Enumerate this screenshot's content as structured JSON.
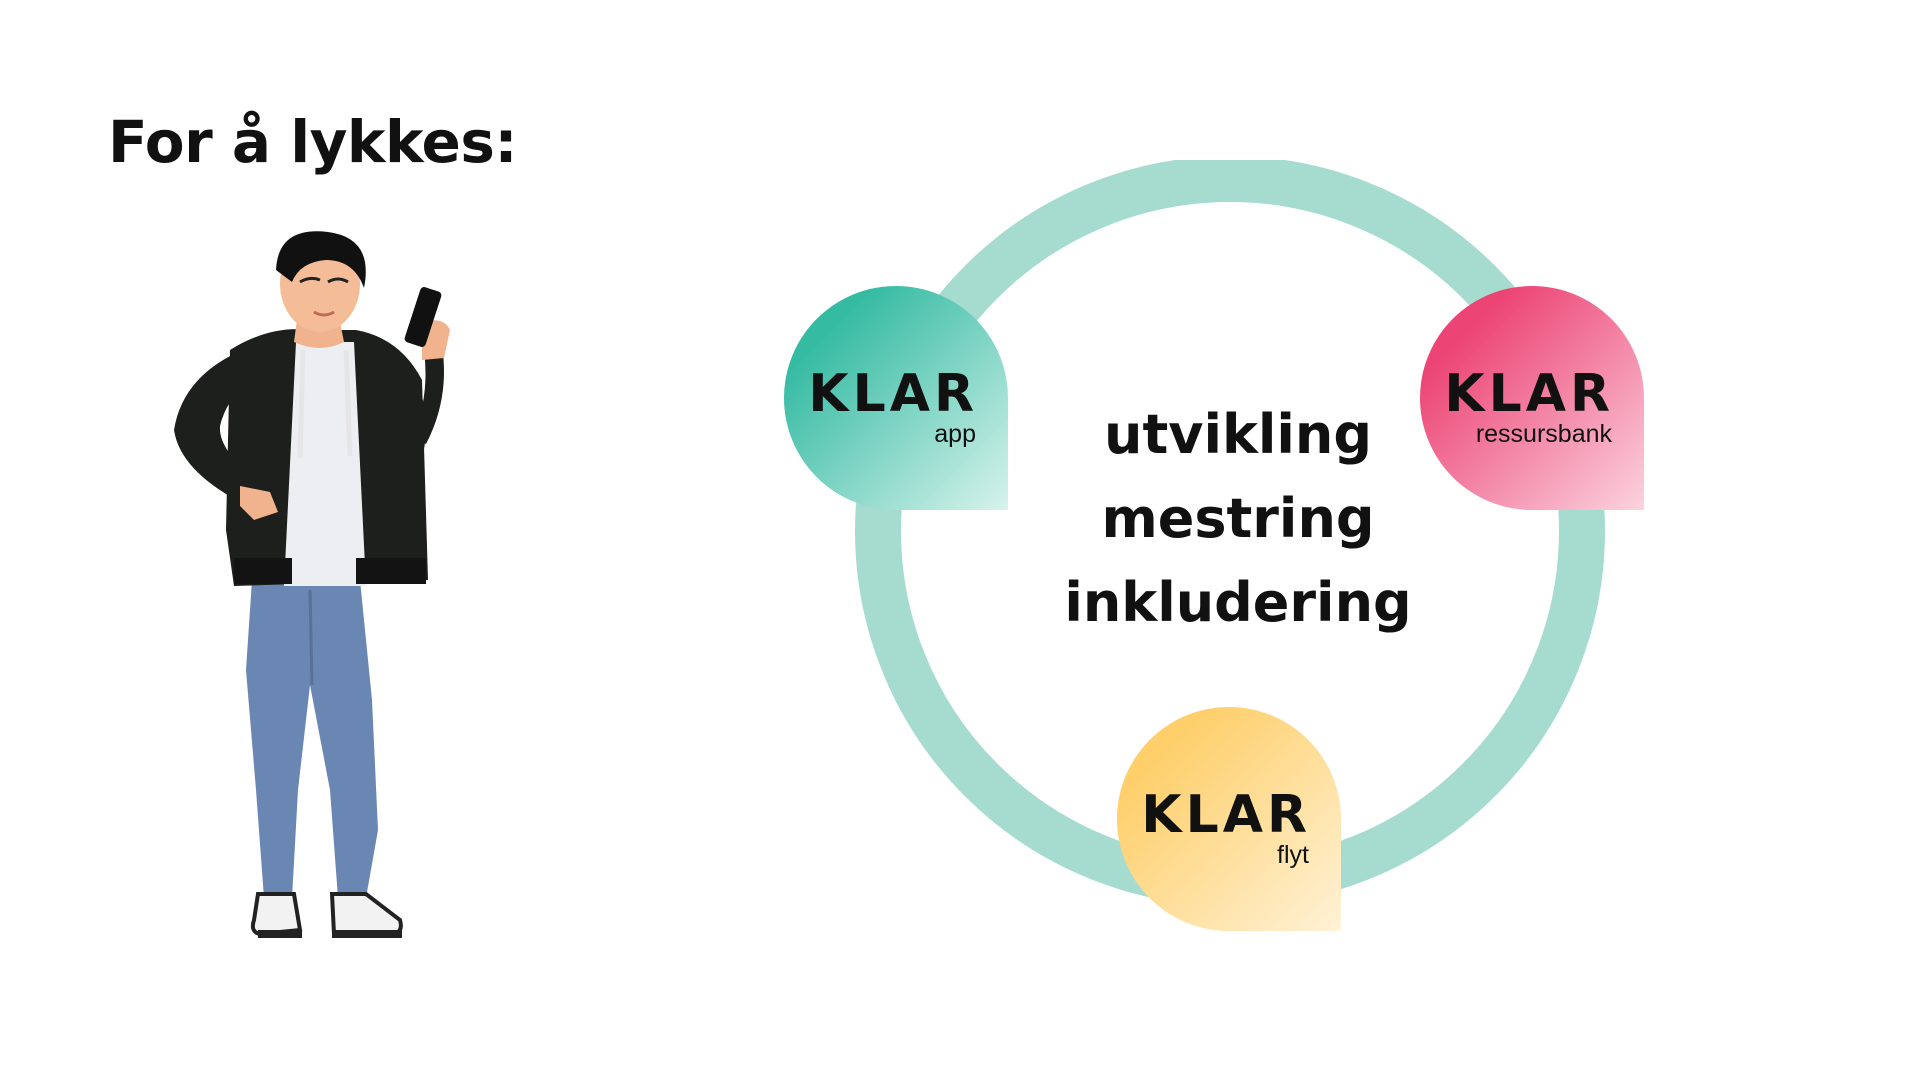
{
  "page": {
    "title": "For å lykkes:"
  },
  "illustration": {
    "icon": "person-with-phone-icon"
  },
  "diagram": {
    "ring_color": "#a6dccf",
    "center_lines": [
      "utvikling",
      "mestring",
      "inkludering"
    ],
    "badges": [
      {
        "brand": "KLAR",
        "sub": "app",
        "color_start": "#36bba3",
        "color_end": "#d7f3ec"
      },
      {
        "brand": "KLAR",
        "sub": "ressursbank",
        "color_start": "#ec4474",
        "color_end": "#fcd3e0"
      },
      {
        "brand": "KLAR",
        "sub": "flyt",
        "color_start": "#fecf6b",
        "color_end": "#fff2d6"
      }
    ]
  }
}
